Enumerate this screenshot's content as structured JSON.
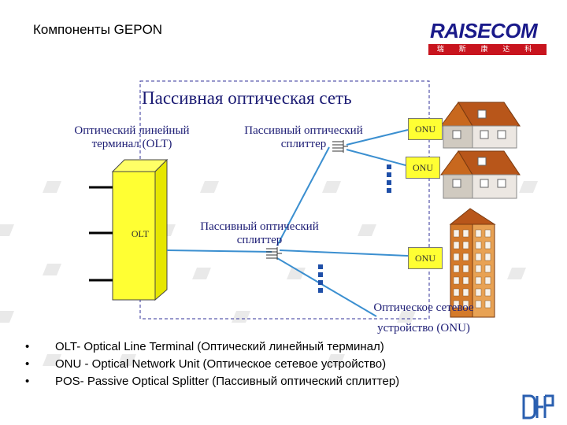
{
  "header": {
    "title": "Компоненты GEPON"
  },
  "logo": {
    "wordmark": "RAISECOM",
    "subtitle": "瑞 斯 康 达 科 技"
  },
  "diagram": {
    "network_title": "Пассивная оптическая сеть",
    "olt_label": [
      "Оптический линейный",
      "терминал (OLT)"
    ],
    "splitter1_label": [
      "Пассивный оптический",
      "сплиттер"
    ],
    "splitter2_label": [
      "Пассивный оптический",
      "сплиттер"
    ],
    "olt_box_label": "OLT",
    "onu1": "ONU",
    "onu2": "ONU",
    "onu3": "ONU",
    "onu_device_label": [
      "Оптическое сетевое",
      "устройство (ONU)"
    ]
  },
  "bullets": [
    "OLT- Optical Line Terminal (Оптический линейный терминал)",
    "ONU - Optical Network Unit (Оптическое сетевое устройство)",
    "POS- Passive Optical Splitter (Пассивный оптический сплиттер)"
  ],
  "colors": {
    "olt_fill": "#ffff33",
    "fiber": "#3b8fd0",
    "onu_fill": "#ffff33",
    "text_blue": "#1c1c74",
    "dots": "#1f4fa8",
    "wall_left": "#d0cac0",
    "wall_right": "#ece7e2",
    "roof": "#c8681e",
    "tower_left": "#d47a2a",
    "tower_right": "#e8a254"
  }
}
